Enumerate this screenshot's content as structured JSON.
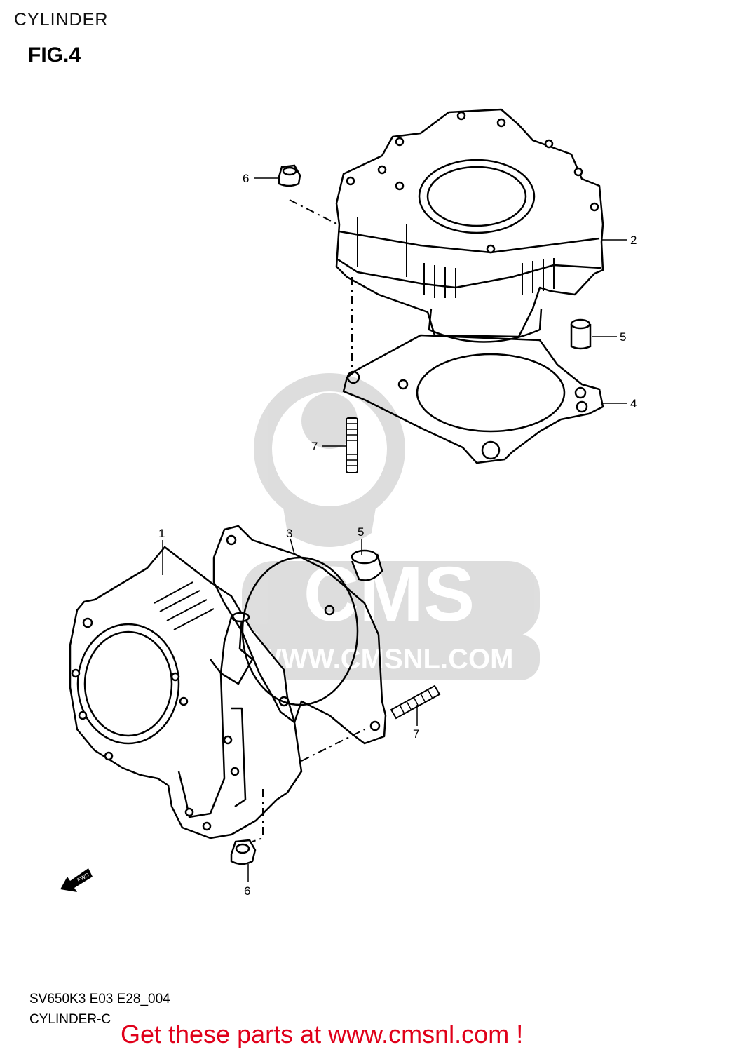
{
  "header": {
    "title": "CYLINDER",
    "figure": "FIG.4"
  },
  "watermark": {
    "brand": "CMS",
    "url": "WWW.CMSNL.COM"
  },
  "callouts": {
    "top_nut": "6",
    "top_cylinder": "2",
    "top_dowel": "5",
    "top_gasket": "4",
    "top_stud": "7",
    "bottom_cylinder": "1",
    "bottom_gasket": "3",
    "bottom_dowel": "5",
    "bottom_stud": "7",
    "bottom_nut": "6"
  },
  "fwd_label": "FWD",
  "footer": {
    "model_code": "SV650K3 E03 E28_004",
    "subtitle": "CYLINDER-C",
    "banner": "Get these parts at www.cmsnl.com !"
  }
}
